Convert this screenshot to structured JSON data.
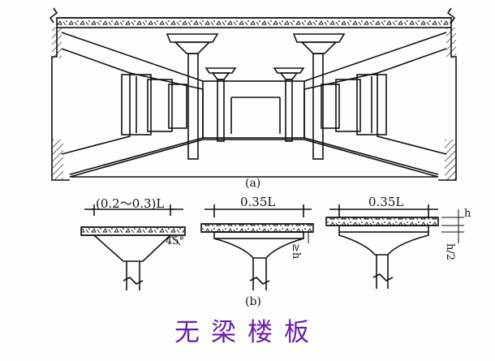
{
  "figure": {
    "caption_a": "(a)",
    "caption_b": "(b)",
    "dims": {
      "d1": "(0.2～0.3)L",
      "d2": "0.35L",
      "d3": "0.35L",
      "angle": "45°",
      "h_ge": "≥h",
      "h": "h",
      "h_half": "h/2"
    },
    "colors": {
      "line": "#111111",
      "title": "#6b1fa8",
      "background": "#fdfdfa"
    }
  },
  "title": "无梁楼板"
}
